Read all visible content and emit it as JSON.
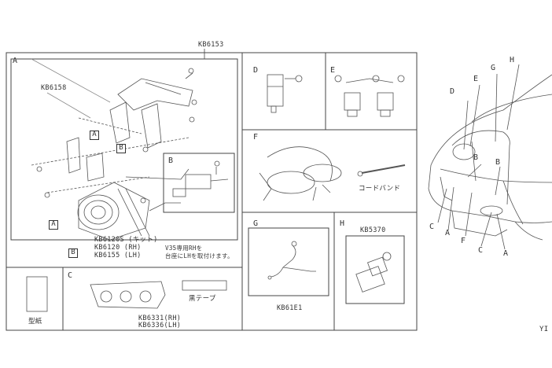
{
  "part_numbers": {
    "top": "KB6153",
    "a_main": "KB6158",
    "a_line1": "KB6120S (キット)",
    "a_line2": "KB6120 (RH)",
    "a_line3": "KB6155 (LH)",
    "a_note1": "V35専用RHを",
    "a_note2": "台座にLHを取付けます。",
    "c_line1": "KB6331(RH)",
    "c_line2": "KB6336(LH)",
    "g": "KB61E1",
    "h": "KB5370"
  },
  "section_letters": {
    "a": "A",
    "b": "B",
    "c": "C",
    "d": "D",
    "e": "E",
    "f": "F",
    "g": "G",
    "h": "H"
  },
  "inset_labels": {
    "a": "A",
    "b": "B"
  },
  "texts": {
    "code_band": "コードバンド",
    "black_tape": "黒テープ",
    "paper": "型紙",
    "corner_code": "YI"
  },
  "car_callouts": [
    "D",
    "E",
    "G",
    "H",
    "B",
    "B",
    "C",
    "A",
    "F",
    "C",
    "A"
  ]
}
